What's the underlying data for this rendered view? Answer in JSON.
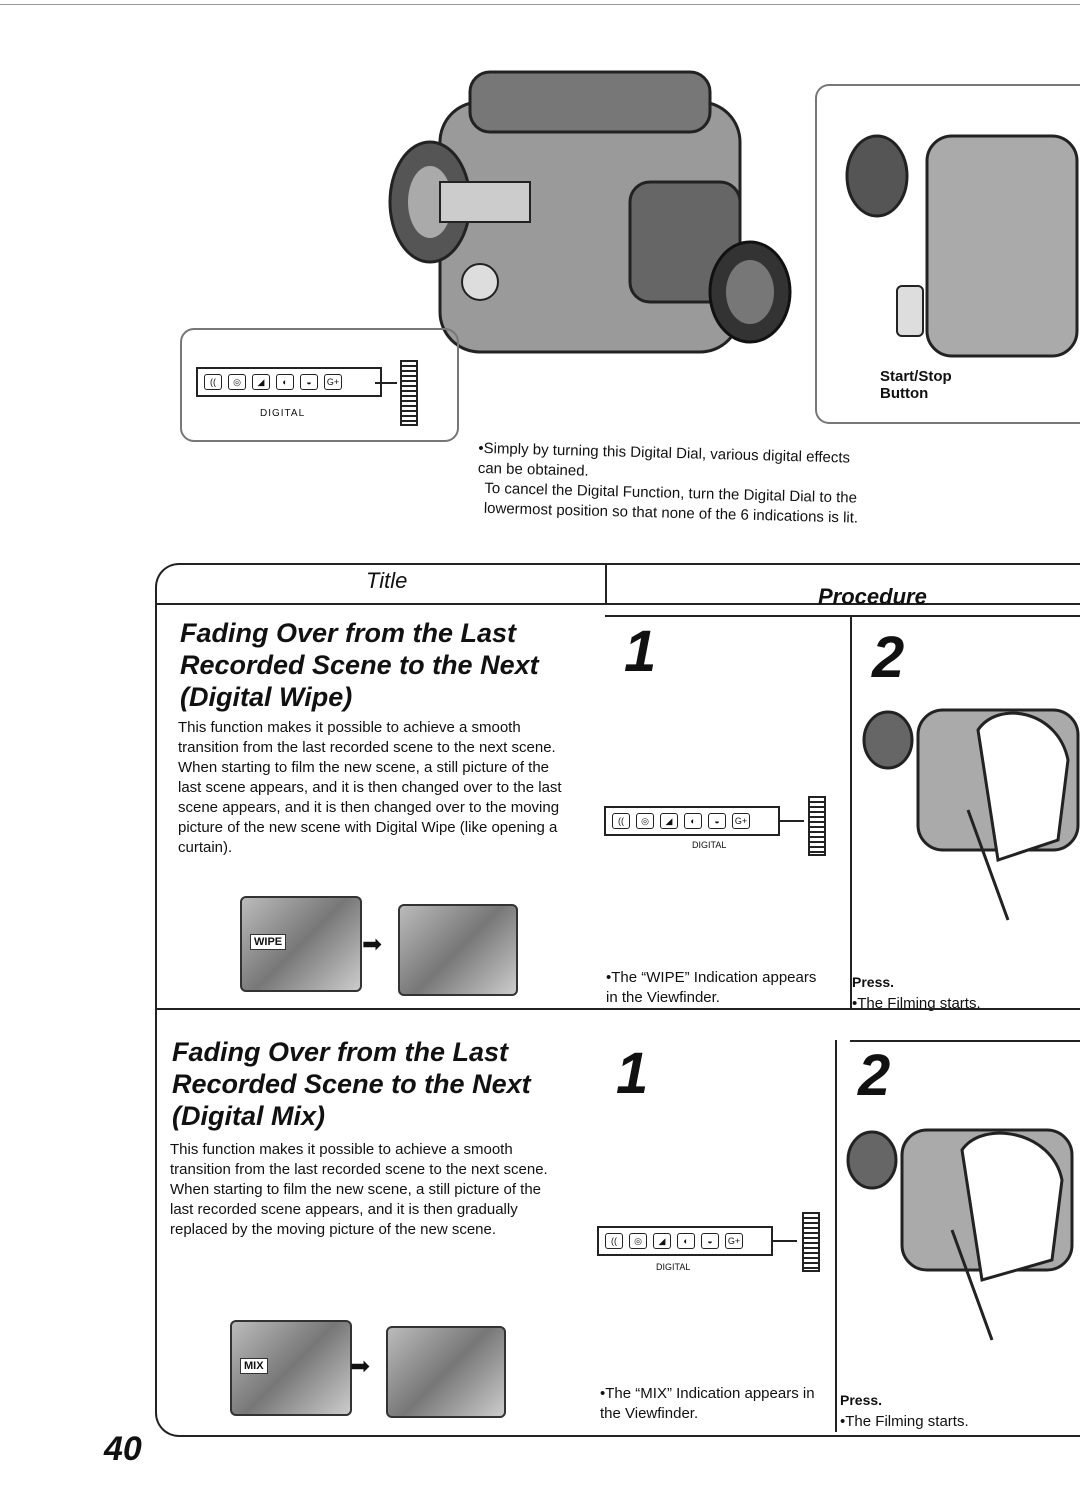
{
  "top_panel": {
    "dial_label": "DIGITAL",
    "start_stop_label": "Start/Stop Button",
    "note_line1": "Simply by turning this Digital Dial, various digital effects can be obtained.",
    "note_line2": "To cancel the Digital Function, turn the Digital Dial to the lowermost position so that none of the 6 indications is lit."
  },
  "table_headers": {
    "title": "Title",
    "procedure": "Procedure"
  },
  "sections": [
    {
      "title": "Fading Over from the Last Recorded Scene to the Next (Digital Wipe)",
      "body": "This function makes it possible to achieve a smooth transition from the last recorded scene to the next scene. When starting to film the new scene, a still picture of the last scene appears, and it is then changed over to the last scene appears, and it is then changed over to the moving picture of the new scene with Digital Wipe (like opening a curtain).",
      "photo_label": "WIPE",
      "step1_num": "1",
      "step1_note": "The “WIPE” Indication appears in the Viewfinder.",
      "step2_num": "2",
      "step2_press": "Press.",
      "step2_note": "The Filming starts.",
      "dial_label": "DIGITAL"
    },
    {
      "title": "Fading Over from the Last Recorded Scene to the Next (Digital Mix)",
      "body": "This function makes it possible to achieve a smooth transition from the last recorded scene to the next scene. When starting to film the new scene, a still picture of the last recorded scene appears, and it is then gradually replaced by the moving picture of the new scene.",
      "photo_label": "MIX",
      "step1_num": "1",
      "step1_note": "The “MIX” Indication appears in the Viewfinder.",
      "step2_num": "2",
      "step2_press": "Press.",
      "step2_note": "The Filming starts.",
      "dial_label": "DIGITAL"
    }
  ],
  "page_number": "40",
  "icons": [
    "camcorder-illustration",
    "hand-press-illustration",
    "arrow-right-icon",
    "stabilizer-icon",
    "fader-icon"
  ]
}
